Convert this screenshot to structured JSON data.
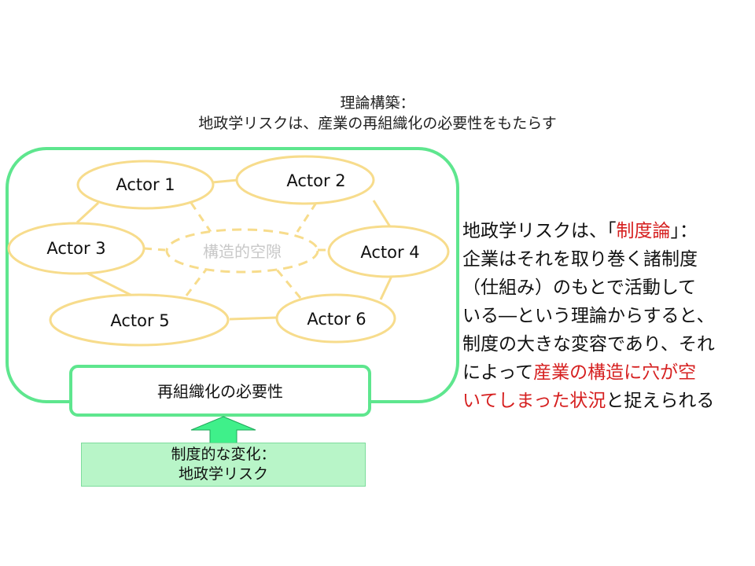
{
  "title": {
    "line1": "理論構築：",
    "line2": "地政学リスクは、産業の再組織化の必要性をもたらす"
  },
  "actors": [
    {
      "id": "actor1",
      "label": "Actor 1"
    },
    {
      "id": "actor2",
      "label": "Actor 2"
    },
    {
      "id": "actor3",
      "label": "Actor 3"
    },
    {
      "id": "actor4",
      "label": "Actor 4"
    },
    {
      "id": "actor5",
      "label": "Actor 5"
    },
    {
      "id": "actor6",
      "label": "Actor 6"
    }
  ],
  "structural_hole": "構造的空隙",
  "reorganization_box": "再組織化の必要性",
  "change_box": {
    "line1": "制度的な変化：",
    "line2": "地政学リスク"
  },
  "explanation": {
    "lines": [
      [
        {
          "text": "地政学リスクは、「",
          "highlight": false
        },
        {
          "text": "制度論",
          "highlight": true
        },
        {
          "text": "」：",
          "highlight": false
        }
      ],
      [
        {
          "text": "企業はそれを取り巻く諸制度",
          "highlight": false
        }
      ],
      [
        {
          "text": "（仕組み）のもとで活動して",
          "highlight": false
        }
      ],
      [
        {
          "text": "いる―という理論からすると、",
          "highlight": false
        }
      ],
      [
        {
          "text": "制度の大きな変容であり、それ",
          "highlight": false
        }
      ],
      [
        {
          "text": "によって",
          "highlight": false
        },
        {
          "text": "産業の構造に穴が空",
          "highlight": true
        }
      ],
      [
        {
          "text": "いてしまった状況",
          "highlight": true
        },
        {
          "text": "と捉えられる",
          "highlight": false
        }
      ]
    ]
  },
  "colors": {
    "frame_green": "#5ee68e",
    "actor_gold": "#f7dc8c",
    "arrow_green": "#3ff08a",
    "highlight_red": "#d62020",
    "change_box_fill": "#b8f5c8"
  }
}
